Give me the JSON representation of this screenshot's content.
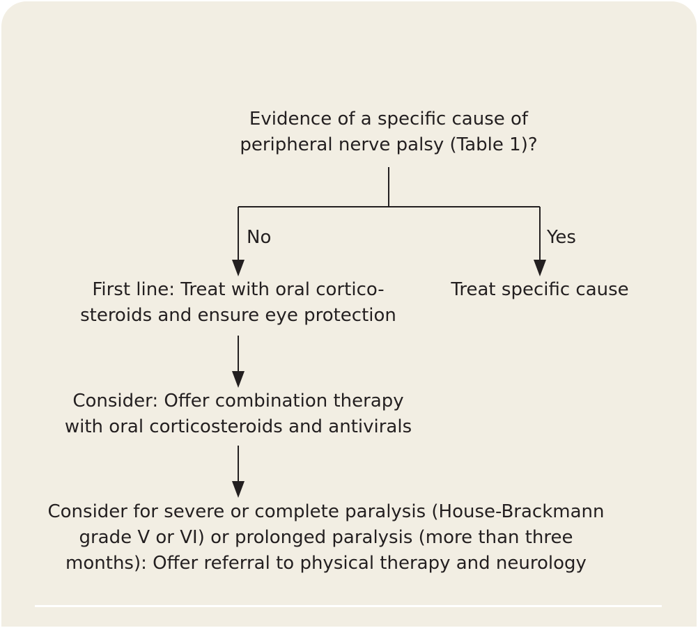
{
  "nodes": {
    "question": {
      "lines": [
        "Evidence of a specific cause of",
        "peripheral nerve palsy (Table 1)?"
      ]
    },
    "first_line": {
      "lines": [
        "First line: Treat with oral cortico-",
        "steroids and ensure eye protection"
      ]
    },
    "specific_cause": {
      "lines": [
        "Treat specific cause"
      ]
    },
    "combination": {
      "lines": [
        "Consider: Offer combination therapy",
        "with oral corticosteroids and antivirals"
      ]
    },
    "referral": {
      "lines": [
        "Consider for severe or complete paralysis (House-Brackmann",
        "grade V or VI) or prolonged paralysis (more than three",
        "months): Offer referral to physical therapy and neurology"
      ]
    }
  },
  "edges": {
    "no_label": "No",
    "yes_label": "Yes"
  },
  "colors": {
    "background": "#f2eee3",
    "ink": "#231f20",
    "rule": "#ffffff"
  }
}
